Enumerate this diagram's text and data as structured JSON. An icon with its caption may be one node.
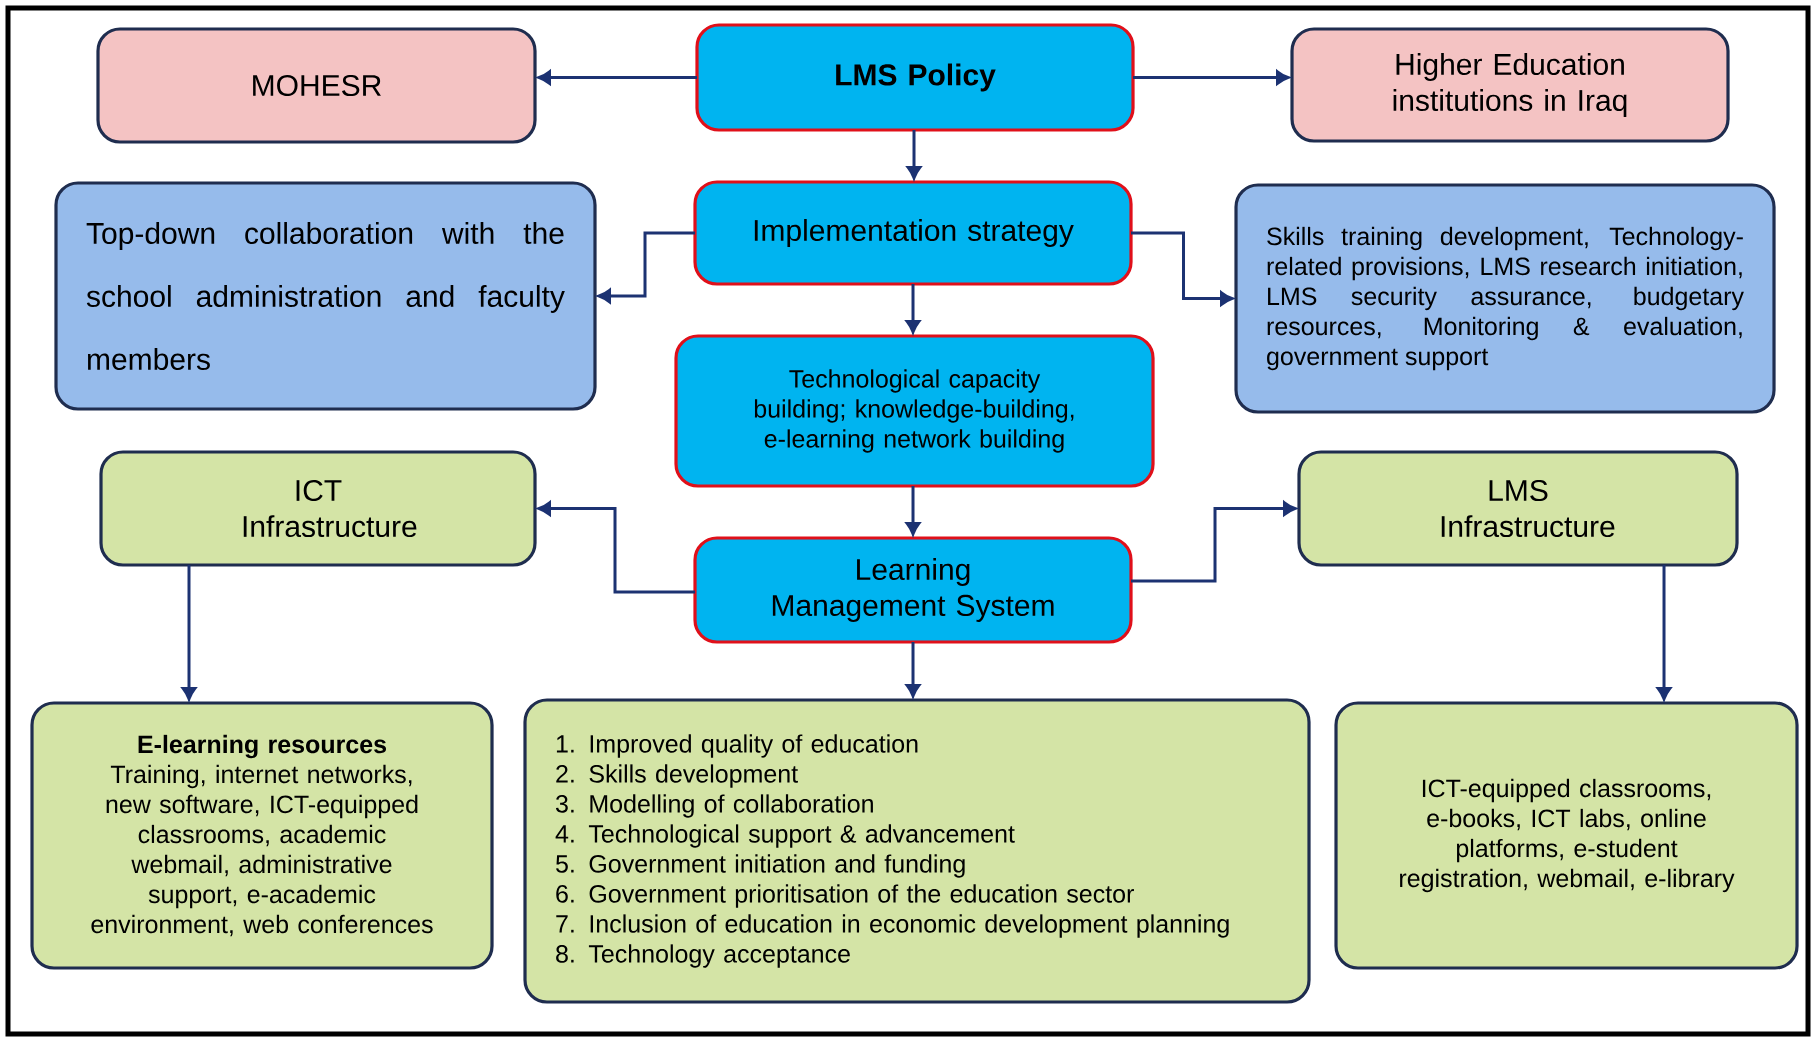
{
  "diagram": {
    "nodes": [
      {
        "text": [
          "LMS Policy"
        ]
      },
      {
        "text": [
          "MOHESR"
        ]
      },
      {
        "text": [
          "Higher Education institutions in Iraq"
        ]
      },
      {
        "text": [
          "Implementation strategy"
        ]
      },
      {
        "text": [
          "Top-down collaboration with the school administration and faculty members"
        ]
      },
      {
        "text": [
          "Skills training development, Technology-related provisions, LMS research initiation, LMS security assurance, budgetary resources, Monitoring & evaluation, government support"
        ]
      },
      {
        "text": [
          "Technological capacity building; knowledge-building, e-learning network building"
        ]
      },
      {
        "text": [
          "ICT Infrastructure"
        ]
      },
      {
        "text": [
          "LMS Infrastructure"
        ]
      },
      {
        "text": [
          "Learning Management System"
        ]
      },
      {
        "text": [
          "E-learning resources",
          "Training, internet networks, new software, ICT-equipped classrooms, academic webmail, administrative support, e-academic environment, web conferences"
        ]
      },
      {
        "text": [
          "1. Improved quality of education",
          "2. Skills development",
          "3. Modelling of collaboration",
          "4. Technological support & advancement",
          "5. Government initiation and funding",
          "6. Government prioritisation of the education sector",
          "7. Inclusion of education in economic development planning",
          "8. Technology acceptance"
        ]
      },
      {
        "text": [
          "ICT-equipped classrooms, e-books, ICT labs, online platforms, e-student registration, webmail, e-library"
        ]
      }
    ],
    "edges": [
      {
        "from": 0,
        "to": 1,
        "arrow": "to"
      },
      {
        "from": 0,
        "to": 2,
        "arrow": "to"
      },
      {
        "from": 0,
        "to": 3,
        "arrow": "to"
      },
      {
        "from": 3,
        "to": 4,
        "arrow": "to"
      },
      {
        "from": 3,
        "to": 5,
        "arrow": "to"
      },
      {
        "from": 3,
        "to": 6,
        "arrow": "to"
      },
      {
        "from": 6,
        "to": 9,
        "arrow": "to"
      },
      {
        "from": 9,
        "to": 7,
        "arrow": "to"
      },
      {
        "from": 9,
        "to": 8,
        "arrow": "to"
      },
      {
        "from": 7,
        "to": 10,
        "arrow": "to"
      },
      {
        "from": 9,
        "to": 11,
        "arrow": "to"
      },
      {
        "from": 8,
        "to": 12,
        "arrow": "to"
      }
    ]
  }
}
